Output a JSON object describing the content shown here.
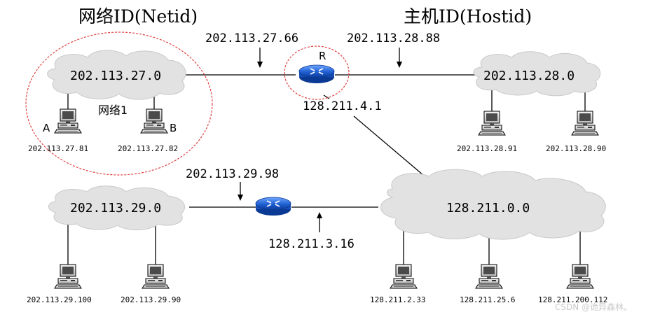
{
  "titles": {
    "network_id": "网络ID(Netid)",
    "host_id": "主机ID(Hostid)"
  },
  "networks": {
    "net1": "202.113.27.0",
    "net2": "202.113.28.0",
    "net3": "202.113.29.0",
    "net4": "128.211.0.0"
  },
  "network_group_label": "网络1",
  "router_top": {
    "label": "R",
    "iface_left": "202.113.27.66",
    "iface_right": "202.113.28.88",
    "iface_bottom": "128.211.4.1"
  },
  "router_bottom": {
    "iface_left": "202.113.29.98",
    "iface_right": "128.211.3.16"
  },
  "hosts": {
    "a_label": "A",
    "b_label": "B",
    "h1": "202.113.27.81",
    "h2": "202.113.27.82",
    "h3": "202.113.28.91",
    "h4": "202.113.28.90",
    "h5": "202.113.29.100",
    "h6": "202.113.29.90",
    "h7": "128.211.2.33",
    "h8": "128.211.25.6",
    "h9": "128.211.200.112"
  },
  "watermark": "CSDN @诡异森林。",
  "colors": {
    "cloud_fill": "#e2e2e2",
    "router_blue": "#1f5fd1",
    "dashed_red": "#e04040"
  }
}
